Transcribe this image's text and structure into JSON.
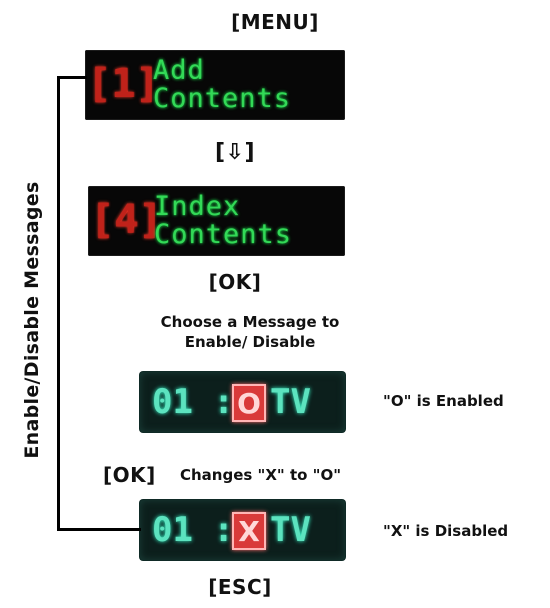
{
  "keys": {
    "menu": "[MENU]",
    "down": "[⇩]",
    "ok_top": "[OK]",
    "ok_change": "[OK]",
    "esc": "[ESC]"
  },
  "panels": {
    "add": {
      "number": "[1]",
      "line1": "Add",
      "line2": "Contents"
    },
    "index": {
      "number": "[4]",
      "line1": "Index",
      "line2": "Contents"
    }
  },
  "instruction": {
    "line1": "Choose a Message to",
    "line2": "Enable/ Disable"
  },
  "messages": {
    "enabled": {
      "prefix": "01 :",
      "mark": "O",
      "suffix": "TV",
      "note": "\"O\" is Enabled"
    },
    "disabled": {
      "prefix": "01 :",
      "mark": "X",
      "suffix": "TV",
      "note": "\"X\" is Disabled"
    }
  },
  "change_note": "Changes \"X\" to \"O\"",
  "side_label": "Enable/Disable Messages",
  "colors": {
    "led_green": "#33d957",
    "led_red": "#c0221a",
    "msg_teal": "#5ce3bf",
    "mark_red": "#d93a3a"
  }
}
